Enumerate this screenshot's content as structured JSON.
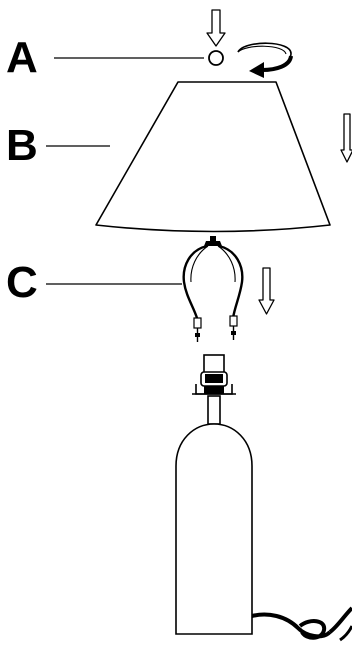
{
  "labels": {
    "a": "A",
    "b": "B",
    "c": "C"
  },
  "parts": [
    {
      "label": "A",
      "shape": "finial"
    },
    {
      "label": "B",
      "shape": "lampshade"
    },
    {
      "label": "C",
      "shape": "harp"
    }
  ],
  "icons": [
    "down-arrow-icon",
    "rotate-arrow-icon"
  ],
  "colors": {
    "ink": "#000000",
    "background": "#ffffff"
  }
}
